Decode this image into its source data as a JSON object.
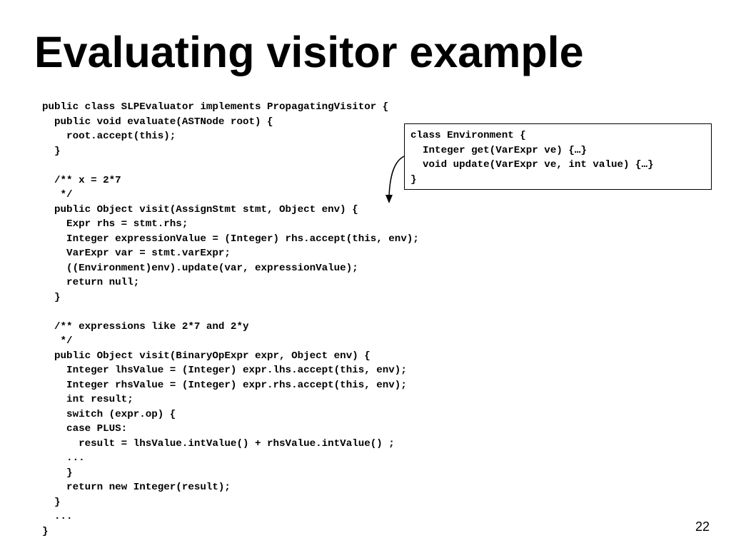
{
  "slide": {
    "title": "Evaluating visitor example",
    "page_number": "22"
  },
  "code": {
    "lines": [
      "public class SLPEvaluator implements PropagatingVisitor {",
      "  public void evaluate(ASTNode root) {",
      "    root.accept(this);",
      "  }",
      "",
      "  /** x = 2*7",
      "   */",
      "  public Object visit(AssignStmt stmt, Object env) {",
      "    Expr rhs = stmt.rhs;",
      "    Integer expressionValue = (Integer) rhs.accept(this, env);",
      "    VarExpr var = stmt.varExpr;",
      "    ((Environment)env).update(var, expressionValue);",
      "    return null;",
      "  }",
      "",
      "  /** expressions like 2*7 and 2*y",
      "   */",
      "  public Object visit(BinaryOpExpr expr, Object env) {",
      "    Integer lhsValue = (Integer) expr.lhs.accept(this, env);",
      "    Integer rhsValue = (Integer) expr.rhs.accept(this, env);",
      "    int result;",
      "    switch (expr.op) {",
      "    case PLUS:",
      "      result = lhsValue.intValue() + rhsValue.intValue() ;",
      "    ...",
      "    }",
      "    return new Integer(result);",
      "  }",
      "  ...",
      "}"
    ]
  },
  "callout": {
    "lines": [
      "class Environment {",
      "  Integer get(VarExpr ve) {…}",
      "  void update(VarExpr ve, int value) {…}",
      "}"
    ]
  }
}
